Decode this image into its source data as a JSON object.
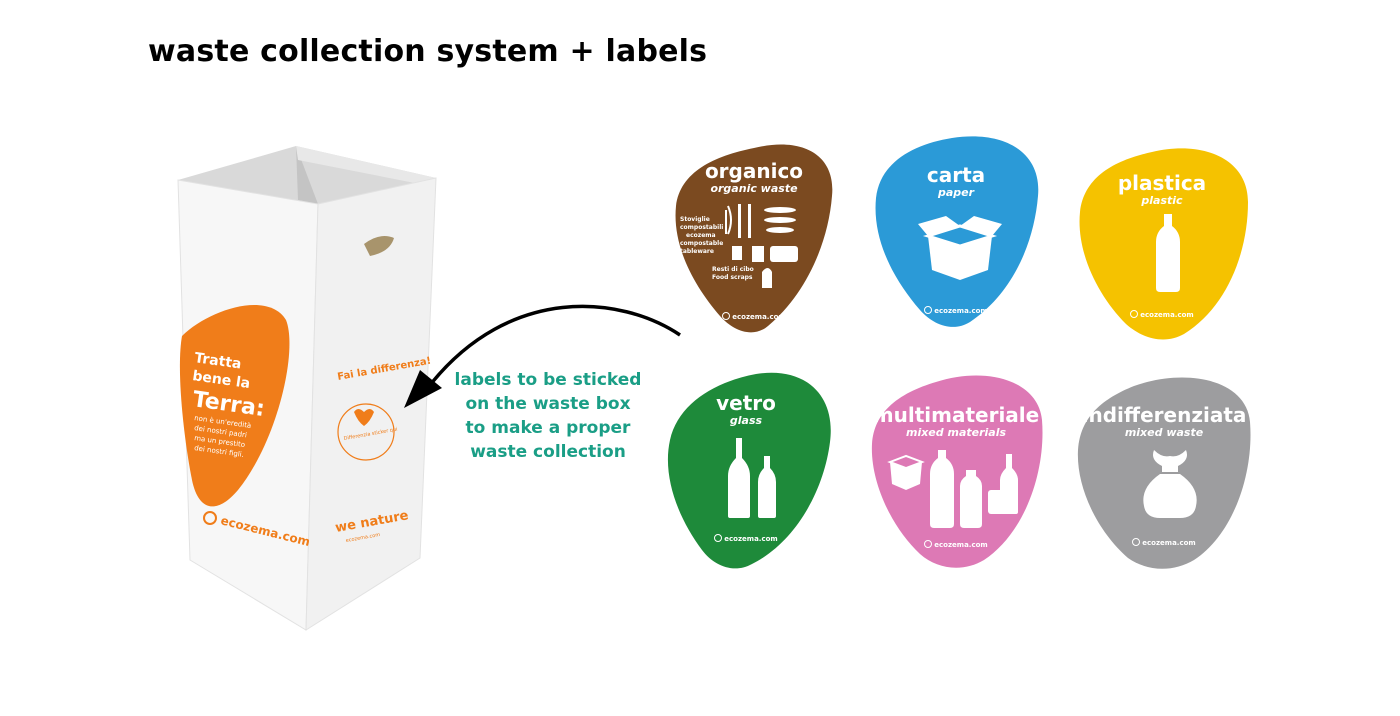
{
  "title": "waste collection system + labels",
  "caption": {
    "line1": "labels to be sticked",
    "line2": "on the waste box",
    "line3": "to make a proper",
    "line4": "waste collection"
  },
  "box": {
    "blob_line1": "Tratta",
    "blob_line2": "bene la",
    "blob_line3": "Terra:",
    "blob_small1": "non è un'eredità",
    "blob_small2": "dei nostri padri",
    "blob_small3": "ma un prestito",
    "blob_small4": "dei nostri figli.",
    "side_slogan": "Fai la differenza!",
    "circle_text": "Differenzia sticker qui",
    "side_brand": "we nature",
    "side_brand_small": "ecozema.com",
    "front_brand": "ecozema.com"
  },
  "labels": [
    {
      "title": "organico",
      "subtitle": "organic waste",
      "color": "#7b4a20",
      "brand": "ecozema.com",
      "icon": "tableware-icon",
      "detail1": "Stoviglie",
      "detail2": "compostabili",
      "detail3": "ecozema",
      "detail4": "compostable",
      "detail5": "tableware",
      "detail6": "Resti di cibo",
      "detail7": "Food scraps"
    },
    {
      "title": "carta",
      "subtitle": "paper",
      "color": "#2b9ad7",
      "brand": "ecozema.com",
      "icon": "cardboard-box-icon"
    },
    {
      "title": "plastica",
      "subtitle": "plastic",
      "color": "#f5c200",
      "brand": "ecozema.com",
      "icon": "plastic-bottle-icon"
    },
    {
      "title": "vetro",
      "subtitle": "glass",
      "color": "#1e8a3a",
      "brand": "ecozema.com",
      "icon": "glass-bottles-icon"
    },
    {
      "title": "multimateriale",
      "subtitle": "mixed materials",
      "color": "#dd79b5",
      "brand": "ecozema.com",
      "icon": "mixed-items-icon"
    },
    {
      "title": "indifferenziata",
      "subtitle": "mixed waste",
      "color": "#9d9d9f",
      "brand": "ecozema.com",
      "icon": "trash-bag-icon"
    }
  ],
  "colors": {
    "accent_orange": "#f07d1a",
    "caption_teal": "#1a9e86"
  }
}
